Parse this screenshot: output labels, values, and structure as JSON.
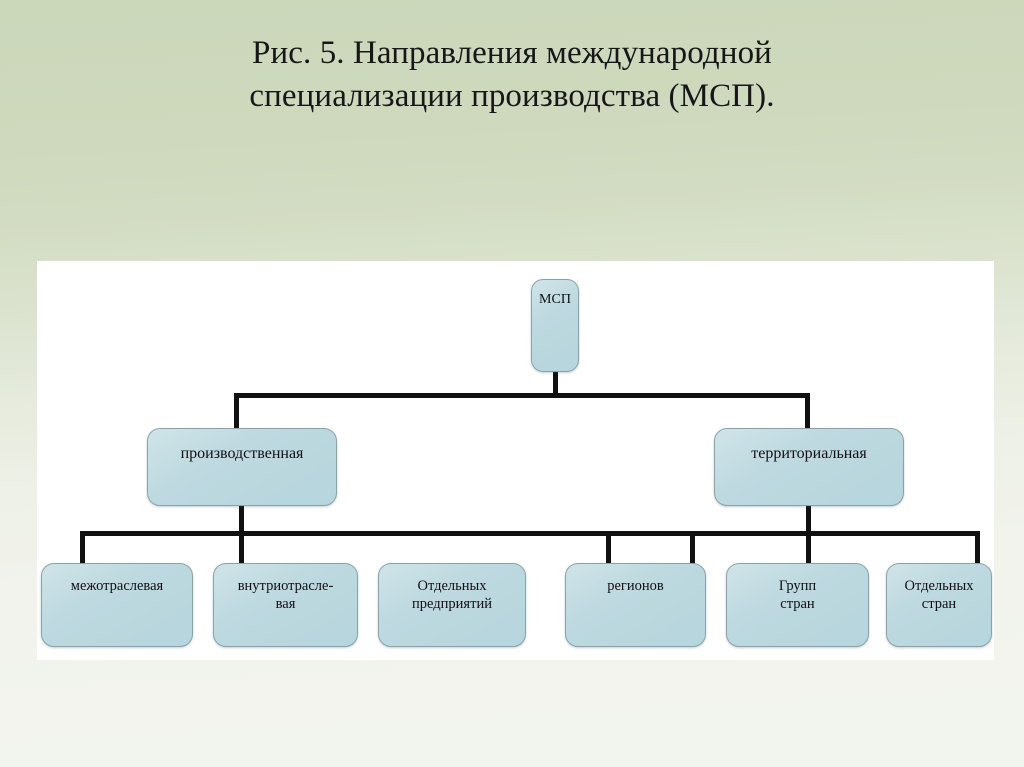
{
  "slide": {
    "title_line1": "Рис. 5. Направления международной",
    "title_line2": "специализации производства (МСП).",
    "background_top_color": "#ccd8ba",
    "background_bottom_color": "#f2f4ee"
  },
  "diagram": {
    "panel_background": "#ffffff",
    "node_fill_color": "#bed9e0",
    "node_border_color": "#8aa3a9",
    "connector_color": "#111111",
    "root": {
      "label": "МСП"
    },
    "level2": [
      {
        "label": "производственная"
      },
      {
        "label": "территориальная"
      }
    ],
    "level3_production": [
      {
        "label": "межотраслевая"
      },
      {
        "line1": "внутриотрасле-",
        "line2": "вая"
      },
      {
        "line1": "Отдельных",
        "line2": "предприятий"
      }
    ],
    "level3_territorial": [
      {
        "label": "регионов"
      },
      {
        "line1": "Групп",
        "line2": "стран"
      },
      {
        "line1": "Отдельных",
        "line2": "стран"
      }
    ]
  }
}
